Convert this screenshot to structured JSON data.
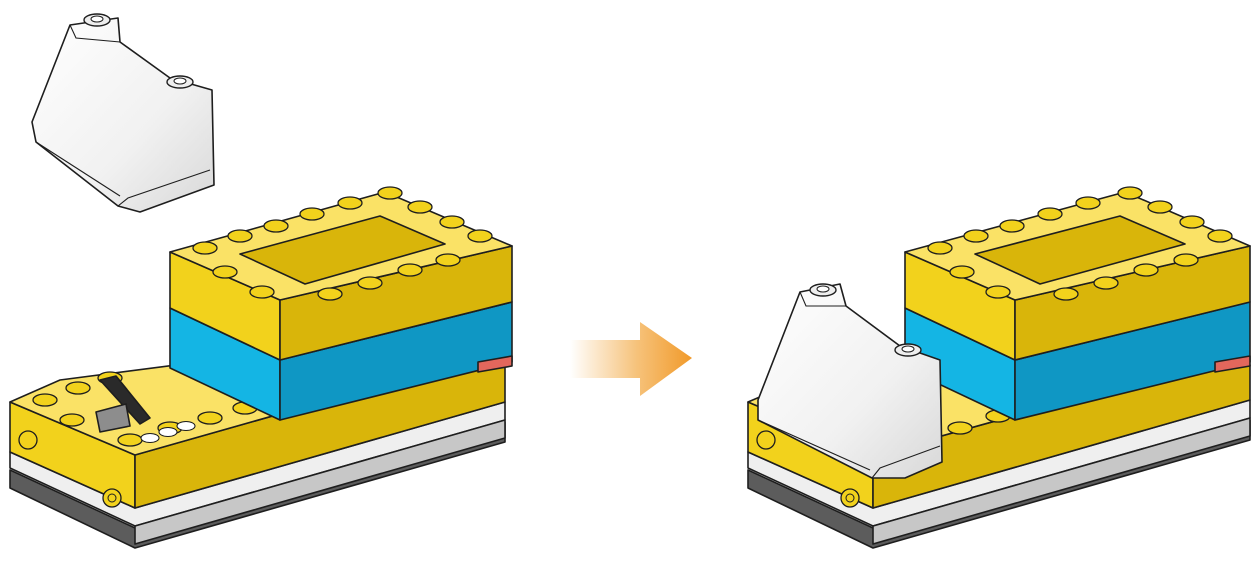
{
  "instruction": {
    "kind": "building-step",
    "steps": [
      {
        "state": "before",
        "part_added": "windscreen-piece-detached"
      },
      {
        "state": "after",
        "part_added": "windscreen-piece-attached"
      }
    ],
    "arrow_direction": "right"
  },
  "colors": {
    "yellow": "#f2d21c",
    "yellow_shade": "#d9b50a",
    "yellow_light": "#fae266",
    "blue": "#14b5e4",
    "blue_shade": "#0f97c4",
    "white_part": "#f6f6f6",
    "gray_base": "#c7c7c7",
    "dark_base": "#5c5c5c",
    "red_accent": "#e2675c",
    "arrow_orange": "#f19a2a"
  }
}
